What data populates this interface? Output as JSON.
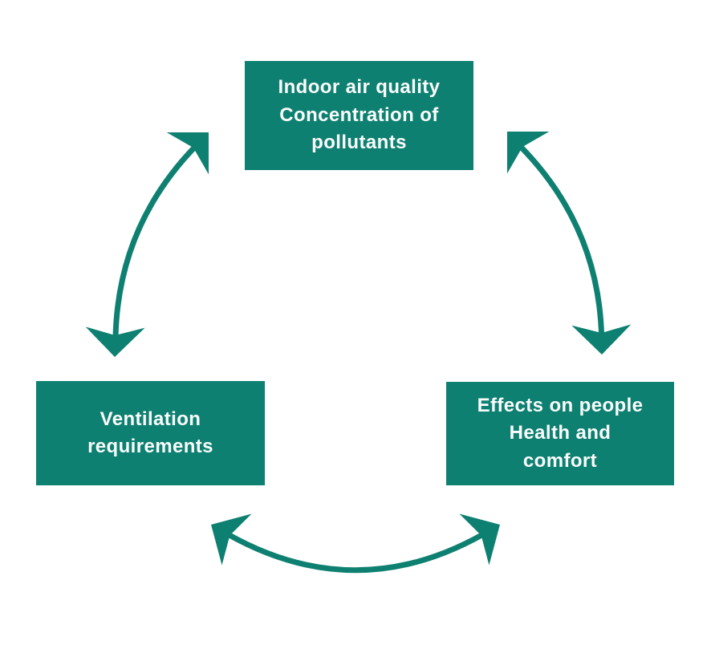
{
  "colors": {
    "teal": "#0E8071",
    "node_text": "#FAFCFB",
    "background": "#FFFFFF"
  },
  "nodes": {
    "indoor_air_quality": {
      "lines": [
        "Indoor air quality",
        "Concentration of",
        "pollutants"
      ]
    },
    "ventilation_requirements": {
      "lines": [
        "Ventilation",
        "requirements"
      ]
    },
    "effects_on_people": {
      "lines": [
        "Effects on people",
        "Health and",
        "comfort"
      ]
    }
  },
  "edges": [
    {
      "between": [
        "indoor_air_quality",
        "ventilation_requirements"
      ],
      "bidirectional": true,
      "shape": "curved-arc"
    },
    {
      "between": [
        "indoor_air_quality",
        "effects_on_people"
      ],
      "bidirectional": true,
      "shape": "curved-arc"
    },
    {
      "between": [
        "ventilation_requirements",
        "effects_on_people"
      ],
      "bidirectional": true,
      "shape": "curved-arc"
    }
  ]
}
